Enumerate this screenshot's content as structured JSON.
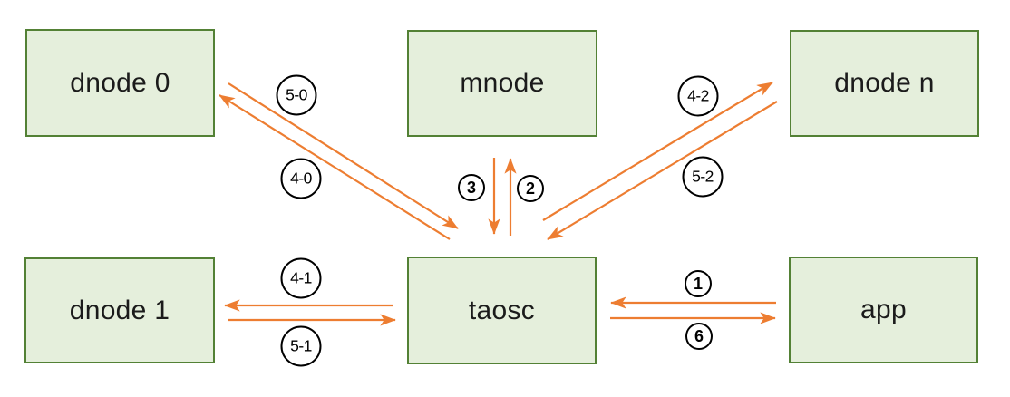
{
  "nodes": {
    "dnode0": {
      "label": "dnode 0"
    },
    "mnode": {
      "label": "mnode"
    },
    "dnoden": {
      "label": "dnode n"
    },
    "dnode1": {
      "label": "dnode 1"
    },
    "taosc": {
      "label": "taosc"
    },
    "app": {
      "label": "app"
    }
  },
  "edges": {
    "1": {
      "label": "1",
      "from": "app",
      "to": "taosc"
    },
    "2": {
      "label": "2",
      "from": "taosc",
      "to": "mnode"
    },
    "3": {
      "label": "3",
      "from": "mnode",
      "to": "taosc"
    },
    "6": {
      "label": "6",
      "from": "taosc",
      "to": "app"
    },
    "4-0": {
      "label": "4-0",
      "from": "taosc",
      "to": "dnode 0"
    },
    "5-0": {
      "label": "5-0",
      "from": "dnode 0",
      "to": "taosc"
    },
    "4-1": {
      "label": "4-1",
      "from": "taosc",
      "to": "dnode 1"
    },
    "5-1": {
      "label": "5-1",
      "from": "dnode 1",
      "to": "taosc"
    },
    "4-2": {
      "label": "4-2",
      "from": "taosc",
      "to": "dnode n"
    },
    "5-2": {
      "label": "5-2",
      "from": "dnode n",
      "to": "taosc"
    }
  },
  "colors": {
    "background": "#ffffff",
    "node_fill": "#e5efdc",
    "node_border": "#538135",
    "arrow": "#ed7d31",
    "badge_border": "#000000"
  }
}
